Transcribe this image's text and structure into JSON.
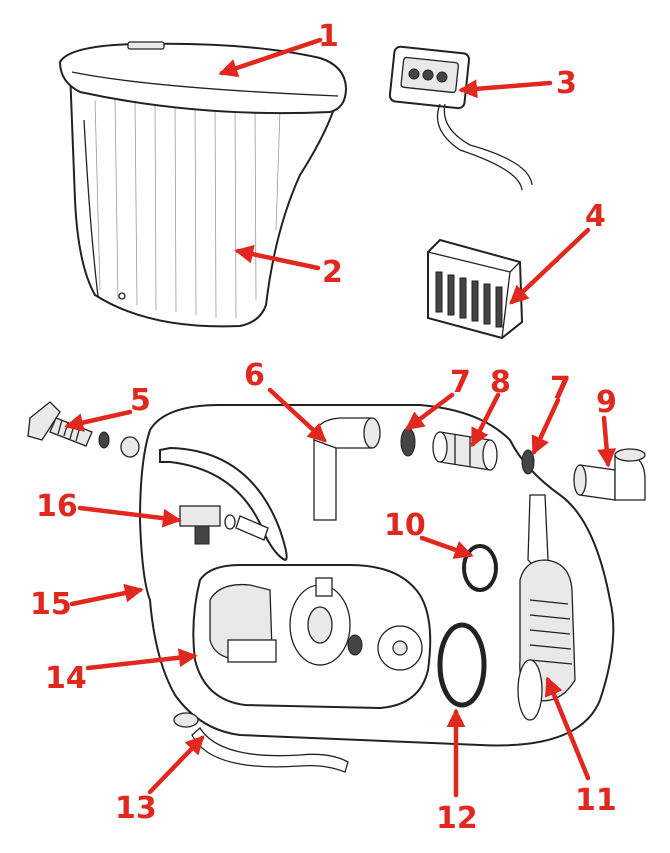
{
  "accent_color": "#e0281e",
  "line_color": "#222222",
  "callouts": [
    {
      "id": "1",
      "label": "1"
    },
    {
      "id": "2",
      "label": "2"
    },
    {
      "id": "3",
      "label": "3"
    },
    {
      "id": "4",
      "label": "4"
    },
    {
      "id": "5",
      "label": "5"
    },
    {
      "id": "6",
      "label": "6"
    },
    {
      "id": "7a",
      "label": "7"
    },
    {
      "id": "8",
      "label": "8"
    },
    {
      "id": "7b",
      "label": "7"
    },
    {
      "id": "9",
      "label": "9"
    },
    {
      "id": "10",
      "label": "10"
    },
    {
      "id": "11",
      "label": "11"
    },
    {
      "id": "12",
      "label": "12"
    },
    {
      "id": "13",
      "label": "13"
    },
    {
      "id": "14",
      "label": "14"
    },
    {
      "id": "15",
      "label": "15"
    },
    {
      "id": "16",
      "label": "16"
    }
  ]
}
